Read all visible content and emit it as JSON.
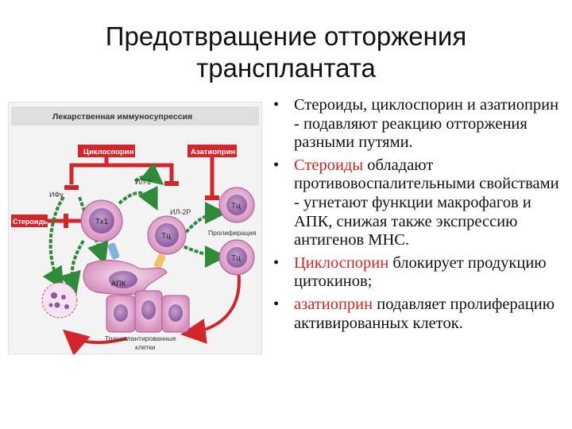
{
  "slide": {
    "title_line1": "Предотвращение отторжения",
    "title_line2": "трансплантата"
  },
  "figure": {
    "header": "Лекарственная иммуносупрессия",
    "drug_cyclosporin": "Циклоспорин",
    "drug_azathioprine": "Азатиоприн",
    "drug_steroids": "Стероиды",
    "label_ifn": "ИФγ",
    "label_il2": "ИЛ-2",
    "label_il2r": "ИЛ-2Р",
    "label_proliferation": "Пролиферация",
    "cell_th1": "Тх1",
    "cell_tc_center": "Тц",
    "cell_tc_top": "Тц",
    "cell_tc_bottom": "Тц",
    "cell_apc": "АПК",
    "label_transplant_line1": "Трансплантированные",
    "label_transplant_line2": "клетки",
    "colors": {
      "red": "#d3262b",
      "green": "#2f8a3a",
      "cell_pink": "#e3a8cf",
      "panel": "#f3f3f3"
    }
  },
  "bullets": [
    {
      "prefix": "",
      "highlight": "",
      "text": "Стероиды, циклоспорин и азатиоприн - подавляют реакцию отторжения разными путями."
    },
    {
      "prefix": "",
      "highlight": "Стероиды",
      "text": " обладают противовоспалительными свойствами - угнетают функции макрофагов и АПК, снижая также экспрессию антигенов МНС."
    },
    {
      "prefix": "",
      "highlight": "Циклоспорин",
      "text": " блокирует продукцию цитокинов;"
    },
    {
      "prefix": "",
      "highlight": "азатиоприн",
      "text": " подавляет пролиферацию активированных клеток."
    }
  ],
  "bullet_symbol": "•"
}
